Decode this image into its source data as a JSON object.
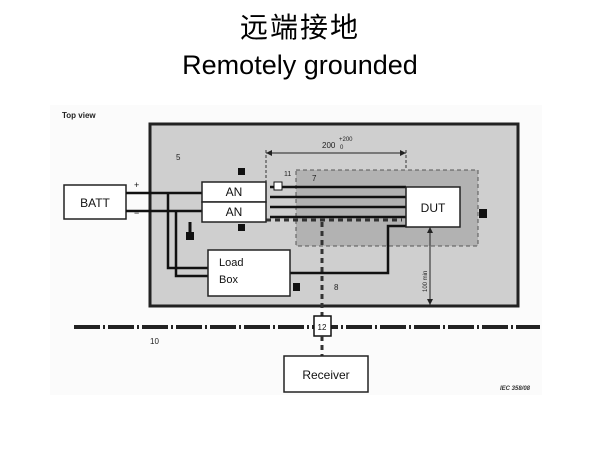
{
  "slide": {
    "title_cn": "远端接地",
    "title_en": "Remotely grounded"
  },
  "figure": {
    "view_label": "Top view",
    "batt": "BATT",
    "plus": "+",
    "minus": "−",
    "an_top": "AN",
    "an_bottom": "AN",
    "dut": "DUT",
    "load_box_line1": "Load",
    "load_box_line2": "Box",
    "receiver": "Receiver",
    "ref_5": "5",
    "ref_7": "7",
    "ref_8": "8",
    "ref_10": "10",
    "ref_11": "11",
    "ref_12": "12",
    "dim_200": "200",
    "dim_200_tol_plus": "+200",
    "dim_200_tol_zero": "0",
    "dim_100": "100 min",
    "iec_ref": "IEC 358/08"
  }
}
